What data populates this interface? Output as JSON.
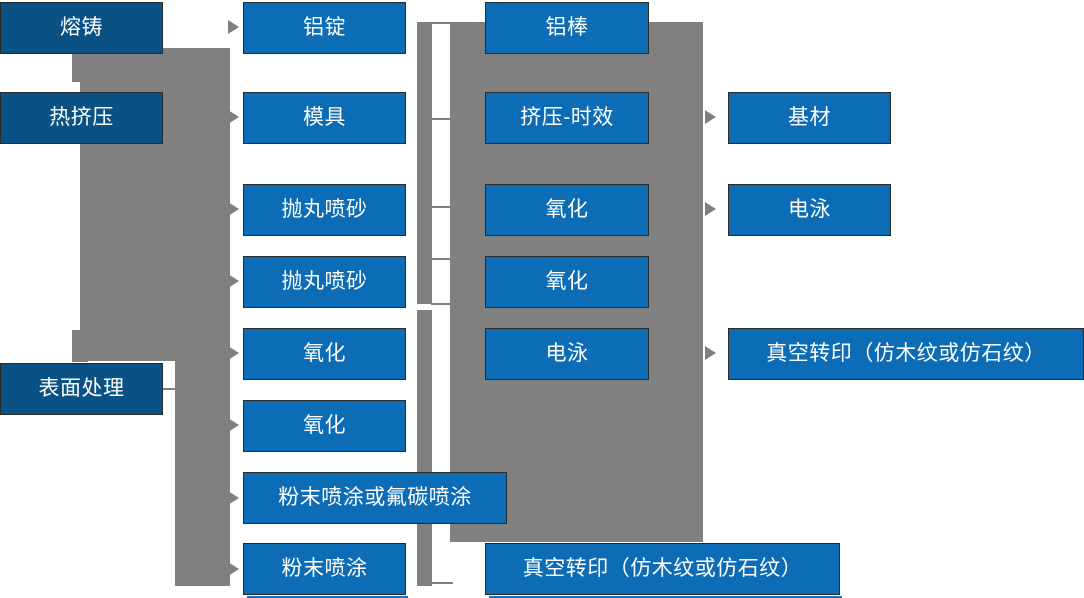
{
  "diagram": {
    "type": "flowchart",
    "title": "",
    "colors": {
      "stage_box": "#0a5284",
      "process_box": "#0d6cb6",
      "connector": "#808080",
      "background": "#ffffff",
      "text": "#ffffff",
      "border": "#2a2a2a"
    },
    "stages": [
      {
        "id": "stage-melt-cast",
        "label": "熔铸"
      },
      {
        "id": "stage-hot-extrusion",
        "label": "热挤压"
      },
      {
        "id": "stage-surface-treatment",
        "label": "表面处理"
      }
    ],
    "column_a": [
      {
        "id": "col-a-1",
        "label": "铝锭"
      },
      {
        "id": "col-a-2",
        "label": "模具"
      },
      {
        "id": "col-a-3",
        "label": "抛丸喷砂"
      },
      {
        "id": "col-a-4",
        "label": "抛丸喷砂"
      },
      {
        "id": "col-a-5",
        "label": "氧化"
      },
      {
        "id": "col-a-6",
        "label": "氧化"
      },
      {
        "id": "col-a-7",
        "label": "粉末喷涂或氟碳喷涂"
      },
      {
        "id": "col-a-8",
        "label": "粉末喷涂"
      }
    ],
    "column_b": [
      {
        "id": "col-b-1",
        "label": "铝棒"
      },
      {
        "id": "col-b-2",
        "label": "挤压-时效"
      },
      {
        "id": "col-b-3",
        "label": "氧化"
      },
      {
        "id": "col-b-4",
        "label": "氧化"
      },
      {
        "id": "col-b-5",
        "label": "电泳"
      },
      {
        "id": "col-b-6",
        "label": "真空转印（仿木纹或仿石纹）"
      }
    ],
    "column_c": [
      {
        "id": "col-c-1",
        "label": "基材"
      },
      {
        "id": "col-c-2",
        "label": "电泳"
      },
      {
        "id": "col-c-3",
        "label": "真空转印（仿木纹或仿石纹）"
      }
    ]
  }
}
